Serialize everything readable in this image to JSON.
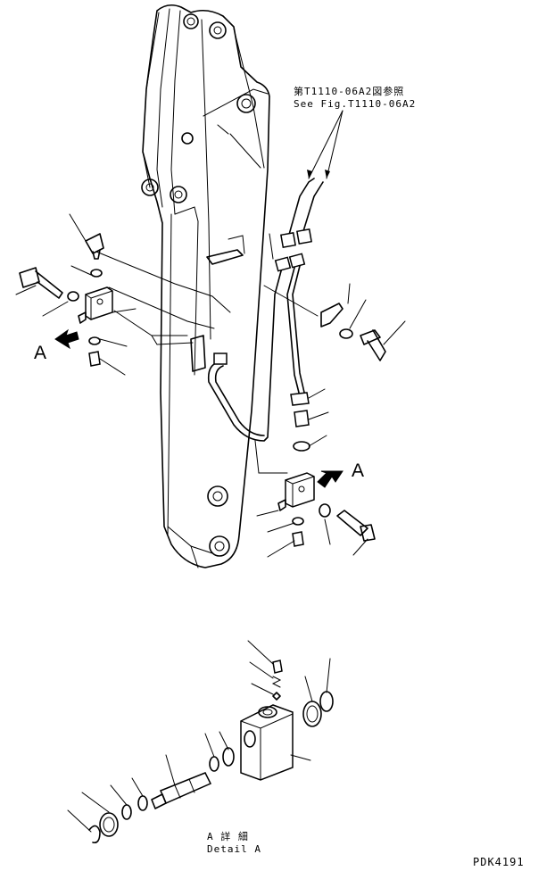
{
  "references": {
    "ref_jp": "第T1110-06A2図参照",
    "ref_en": "See Fig.T1110-06A2"
  },
  "view_markers": {
    "left": "A",
    "right": "A"
  },
  "detail": {
    "jp": "A 詳 細",
    "en": "Detail A"
  },
  "drawing_code": "PDK4191"
}
